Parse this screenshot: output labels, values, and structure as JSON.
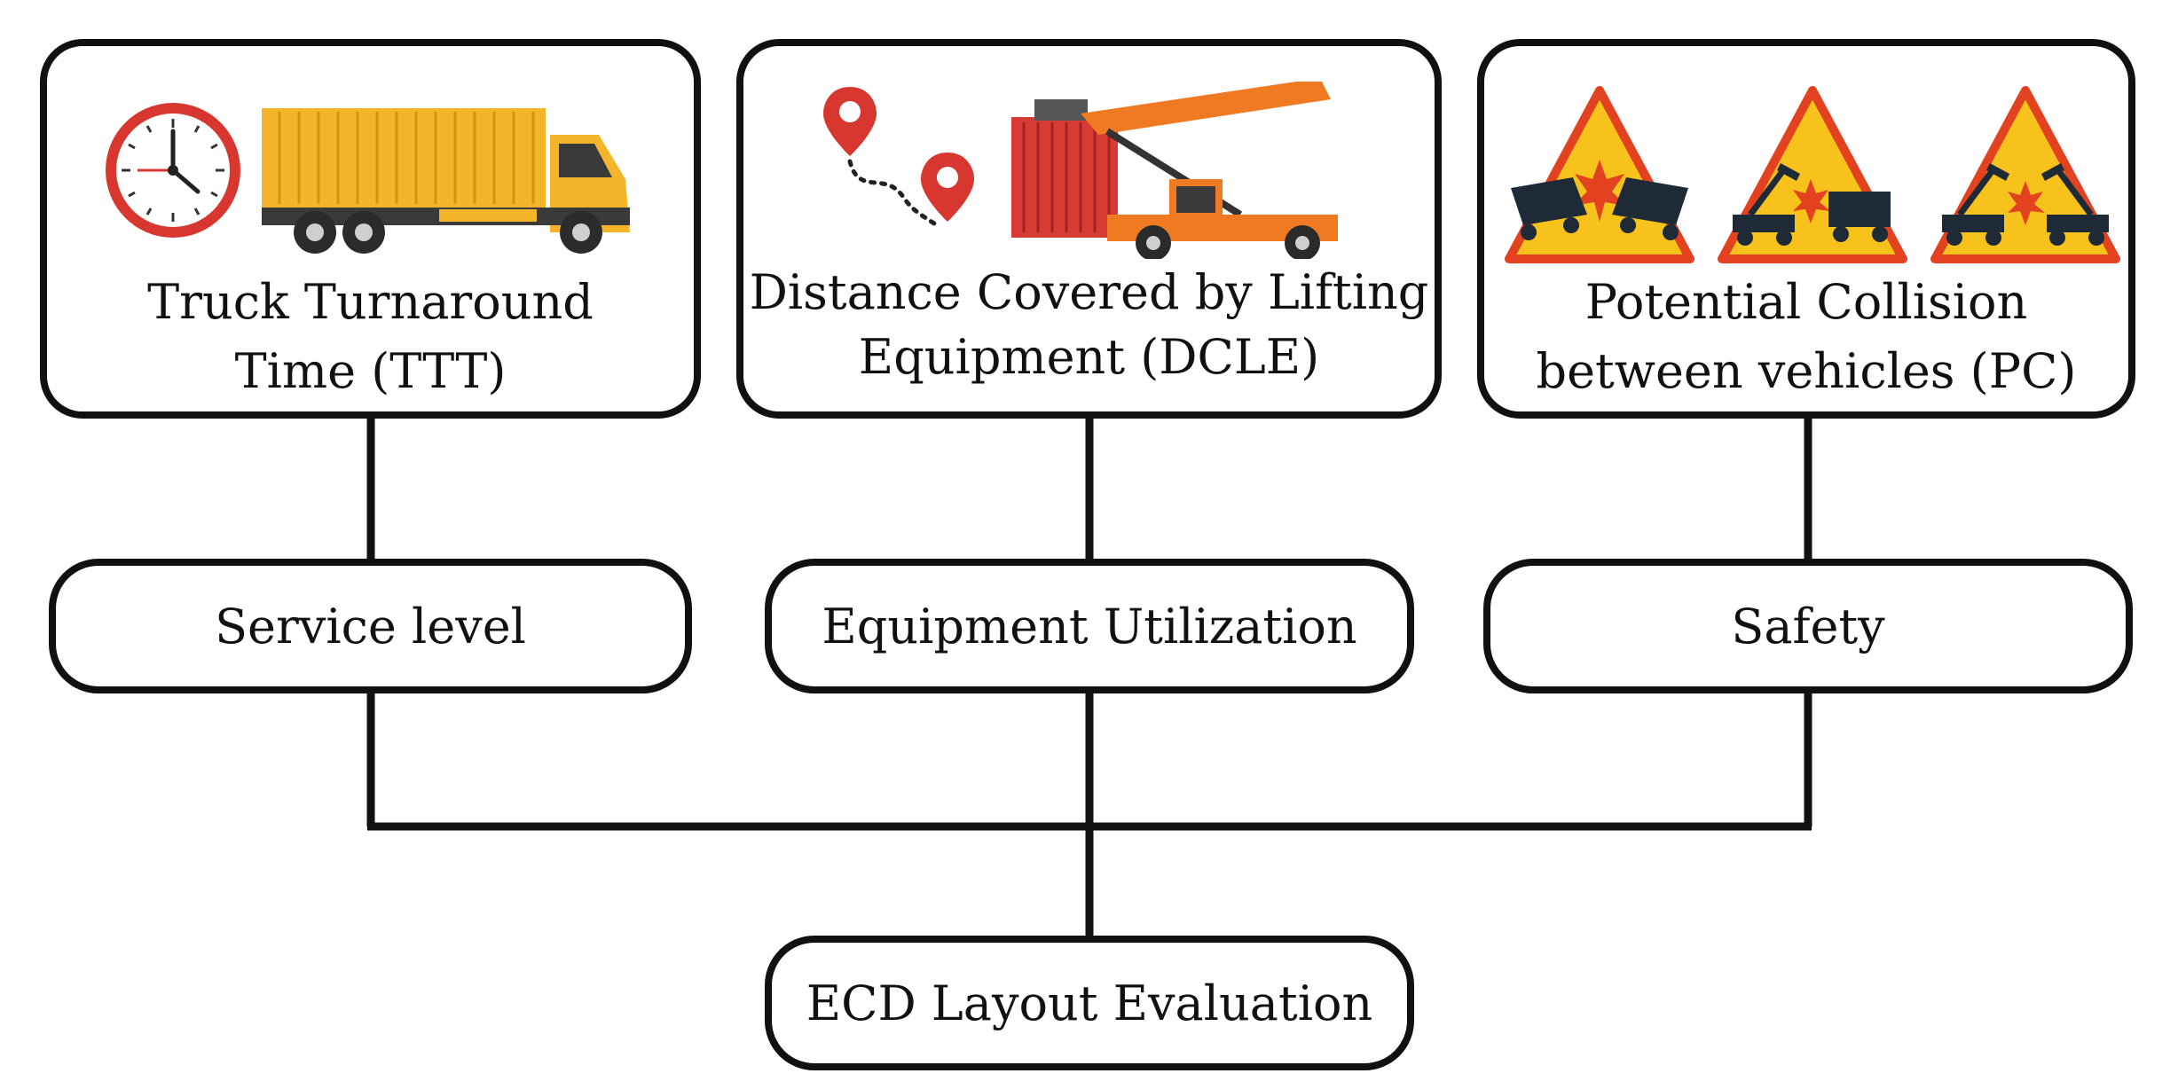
{
  "metrics": [
    {
      "label_line1": "Truck Turnaround",
      "label_line2": "Time (TTT)",
      "icons": [
        "clock-icon",
        "truck-icon"
      ]
    },
    {
      "label_line1": "Distance Covered by Lifting",
      "label_line2": "Equipment (DCLE)",
      "icons": [
        "location-pin-icon",
        "reach-stacker-icon"
      ]
    },
    {
      "label_line1": "Potential Collision",
      "label_line2": "between vehicles (PC)",
      "icons": [
        "truck-collision-warning-icon",
        "stacker-truck-collision-warning-icon",
        "stacker-collision-warning-icon"
      ]
    }
  ],
  "criteria": [
    {
      "label": "Service level"
    },
    {
      "label": "Equipment Utilization"
    },
    {
      "label": "Safety"
    }
  ],
  "goal": {
    "label": "ECD Layout Evaluation"
  },
  "colors": {
    "line": "#111111",
    "truck_yellow": "#F5B52A",
    "container_red": "#D83A34",
    "crane_orange": "#F07A22",
    "warning_yellow": "#F8C21C",
    "warning_red": "#E2421F"
  }
}
